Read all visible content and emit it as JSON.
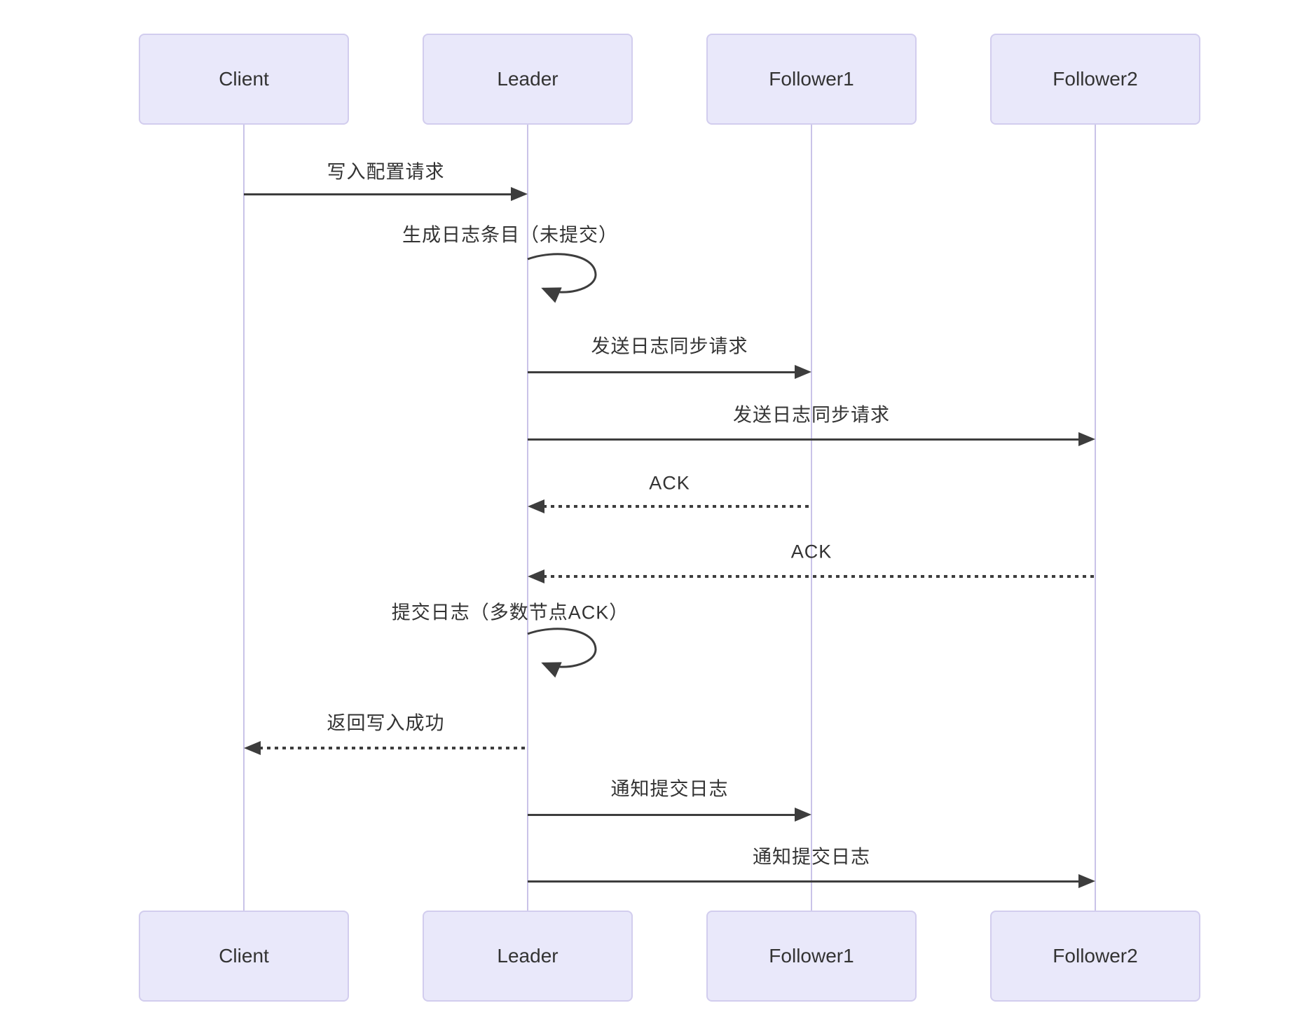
{
  "diagram": {
    "type": "sequence-diagram",
    "actors": [
      {
        "id": "client",
        "label": "Client"
      },
      {
        "id": "leader",
        "label": "Leader"
      },
      {
        "id": "follower1",
        "label": "Follower1"
      },
      {
        "id": "follower2",
        "label": "Follower2"
      }
    ],
    "messages": [
      {
        "from": "client",
        "to": "leader",
        "text": "写入配置请求",
        "line": "solid"
      },
      {
        "from": "leader",
        "to": "leader",
        "text": "生成日志条目（未提交）",
        "line": "solid"
      },
      {
        "from": "leader",
        "to": "follower1",
        "text": "发送日志同步请求",
        "line": "solid"
      },
      {
        "from": "leader",
        "to": "follower2",
        "text": "发送日志同步请求",
        "line": "solid"
      },
      {
        "from": "follower1",
        "to": "leader",
        "text": "ACK",
        "line": "dotted"
      },
      {
        "from": "follower2",
        "to": "leader",
        "text": "ACK",
        "line": "dotted"
      },
      {
        "from": "leader",
        "to": "leader",
        "text": "提交日志（多数节点ACK）",
        "line": "solid"
      },
      {
        "from": "leader",
        "to": "client",
        "text": "返回写入成功",
        "line": "dotted"
      },
      {
        "from": "leader",
        "to": "follower1",
        "text": "通知提交日志",
        "line": "solid"
      },
      {
        "from": "leader",
        "to": "follower2",
        "text": "通知提交日志",
        "line": "solid"
      }
    ],
    "colors": {
      "actor_fill": "#E9E8FA",
      "actor_border": "#D2CDEE",
      "lifeline": "#C9C3E8",
      "arrow": "#3D3D3D",
      "text": "#333333",
      "background": "#FFFFFF"
    }
  }
}
